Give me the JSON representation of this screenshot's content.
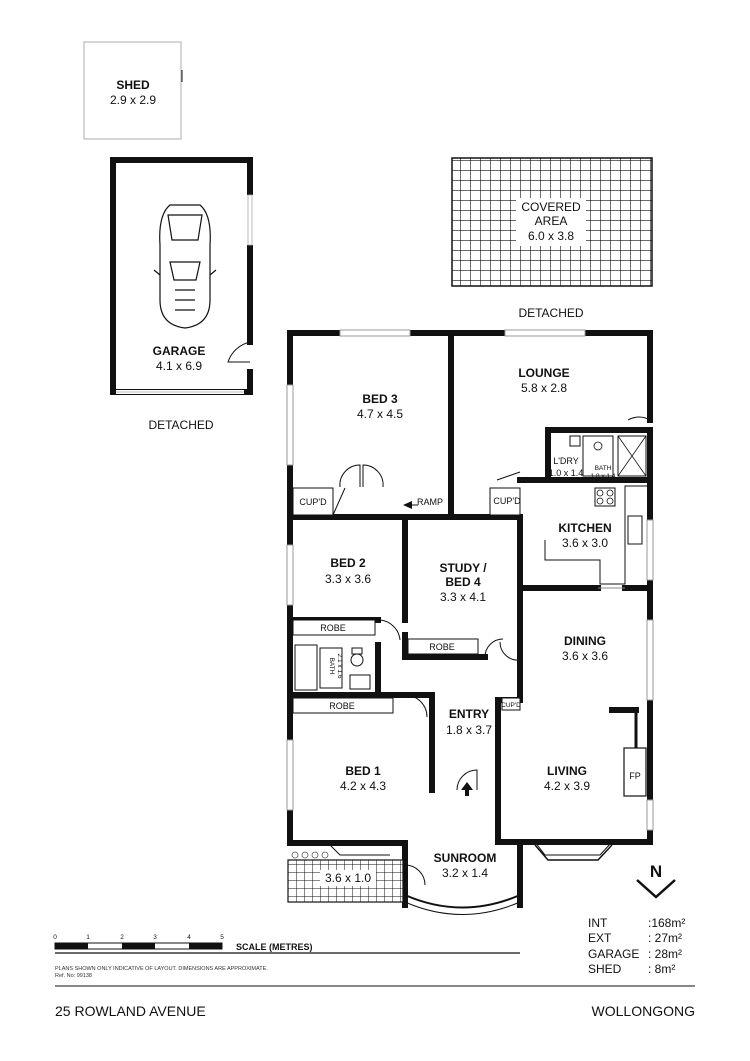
{
  "rooms": {
    "shed": {
      "name": "SHED",
      "dims": "2.9 x 2.9"
    },
    "garage": {
      "name": "GARAGE",
      "dims": "4.1 x 6.9"
    },
    "covered_area": {
      "name_line1": "COVERED",
      "name_line2": "AREA",
      "dims": "6.0 x 3.8"
    },
    "bed3": {
      "name": "BED 3",
      "dims": "4.7 x 4.5"
    },
    "lounge": {
      "name": "LOUNGE",
      "dims": "5.8 x 2.8"
    },
    "laundry": {
      "name": "L'DRY",
      "dims": "1.0 x 1.4"
    },
    "bath_small": {
      "name": "BATH",
      "dims": "1.8 x 1.4"
    },
    "kitchen": {
      "name": "KITCHEN",
      "dims": "3.6 x 3.0"
    },
    "bed2": {
      "name": "BED 2",
      "dims": "3.3 x 3.6"
    },
    "study": {
      "name_line1": "STUDY /",
      "name_line2": "BED 4",
      "dims": "3.3 x 4.1"
    },
    "dining": {
      "name": "DINING",
      "dims": "3.6 x 3.6"
    },
    "bath_main": {
      "name": "BATH",
      "dims": "2.1 x 1.6"
    },
    "entry": {
      "name": "ENTRY",
      "dims": "1.8 x 3.7"
    },
    "bed1": {
      "name": "BED 1",
      "dims": "4.2 x 4.3"
    },
    "living": {
      "name": "LIVING",
      "dims": "4.2 x 3.9"
    },
    "sunroom": {
      "name": "SUNROOM",
      "dims": "3.2 x 1.4"
    },
    "deck": {
      "dims": "3.6 x 1.0"
    }
  },
  "labels": {
    "detached_garage": "DETACHED",
    "detached_covered": "DETACHED",
    "cupd_bed3": "CUP'D",
    "cupd_hall": "CUP'D",
    "cupd_entry": "CUP'D",
    "ramp": "RAMP",
    "robe_bed2": "ROBE",
    "robe_study": "ROBE",
    "robe_bed1": "ROBE",
    "fireplace": "FP",
    "north": "N"
  },
  "scale": {
    "ticks": [
      "0",
      "1",
      "2",
      "3",
      "4",
      "5"
    ],
    "title": "SCALE (METRES)",
    "disclaimer": "PLANS SHOWN ONLY INDICATIVE OF LAYOUT.  DIMENSIONS ARE APPROXIMATE.",
    "ref": "Ref. No: 99138"
  },
  "areas": [
    {
      "label": "INT",
      "value": ":168m²"
    },
    {
      "label": "EXT",
      "value": ":  27m²"
    },
    {
      "label": "GARAGE",
      "value": ":  28m²"
    },
    {
      "label": "SHED",
      "value": ":    8m²"
    }
  ],
  "footer": {
    "address": "25 ROWLAND AVENUE",
    "suburb": "WOLLONGONG"
  }
}
